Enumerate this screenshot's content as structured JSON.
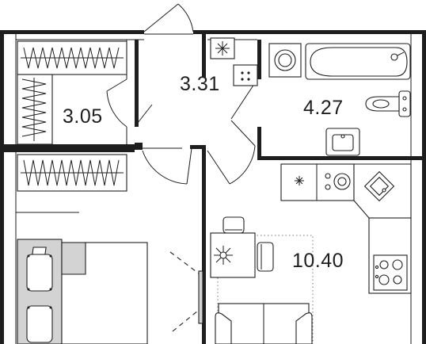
{
  "rooms": {
    "wardrobe": {
      "area": "3.05"
    },
    "hall": {
      "area": "3.31"
    },
    "bathroom": {
      "area": "4.27"
    },
    "kitchen_living": {
      "area": "10.40"
    }
  },
  "colors": {
    "line": "#1e1e1e",
    "furniture_fill": "#d3d3d3",
    "background": "#ffffff"
  },
  "icons": [
    "washing-machine-icon",
    "bathtub-icon",
    "toilet-icon",
    "sink-icon",
    "stove-icon",
    "dining-table-icon",
    "sofa-icon",
    "bed-icon",
    "plant-icon"
  ]
}
